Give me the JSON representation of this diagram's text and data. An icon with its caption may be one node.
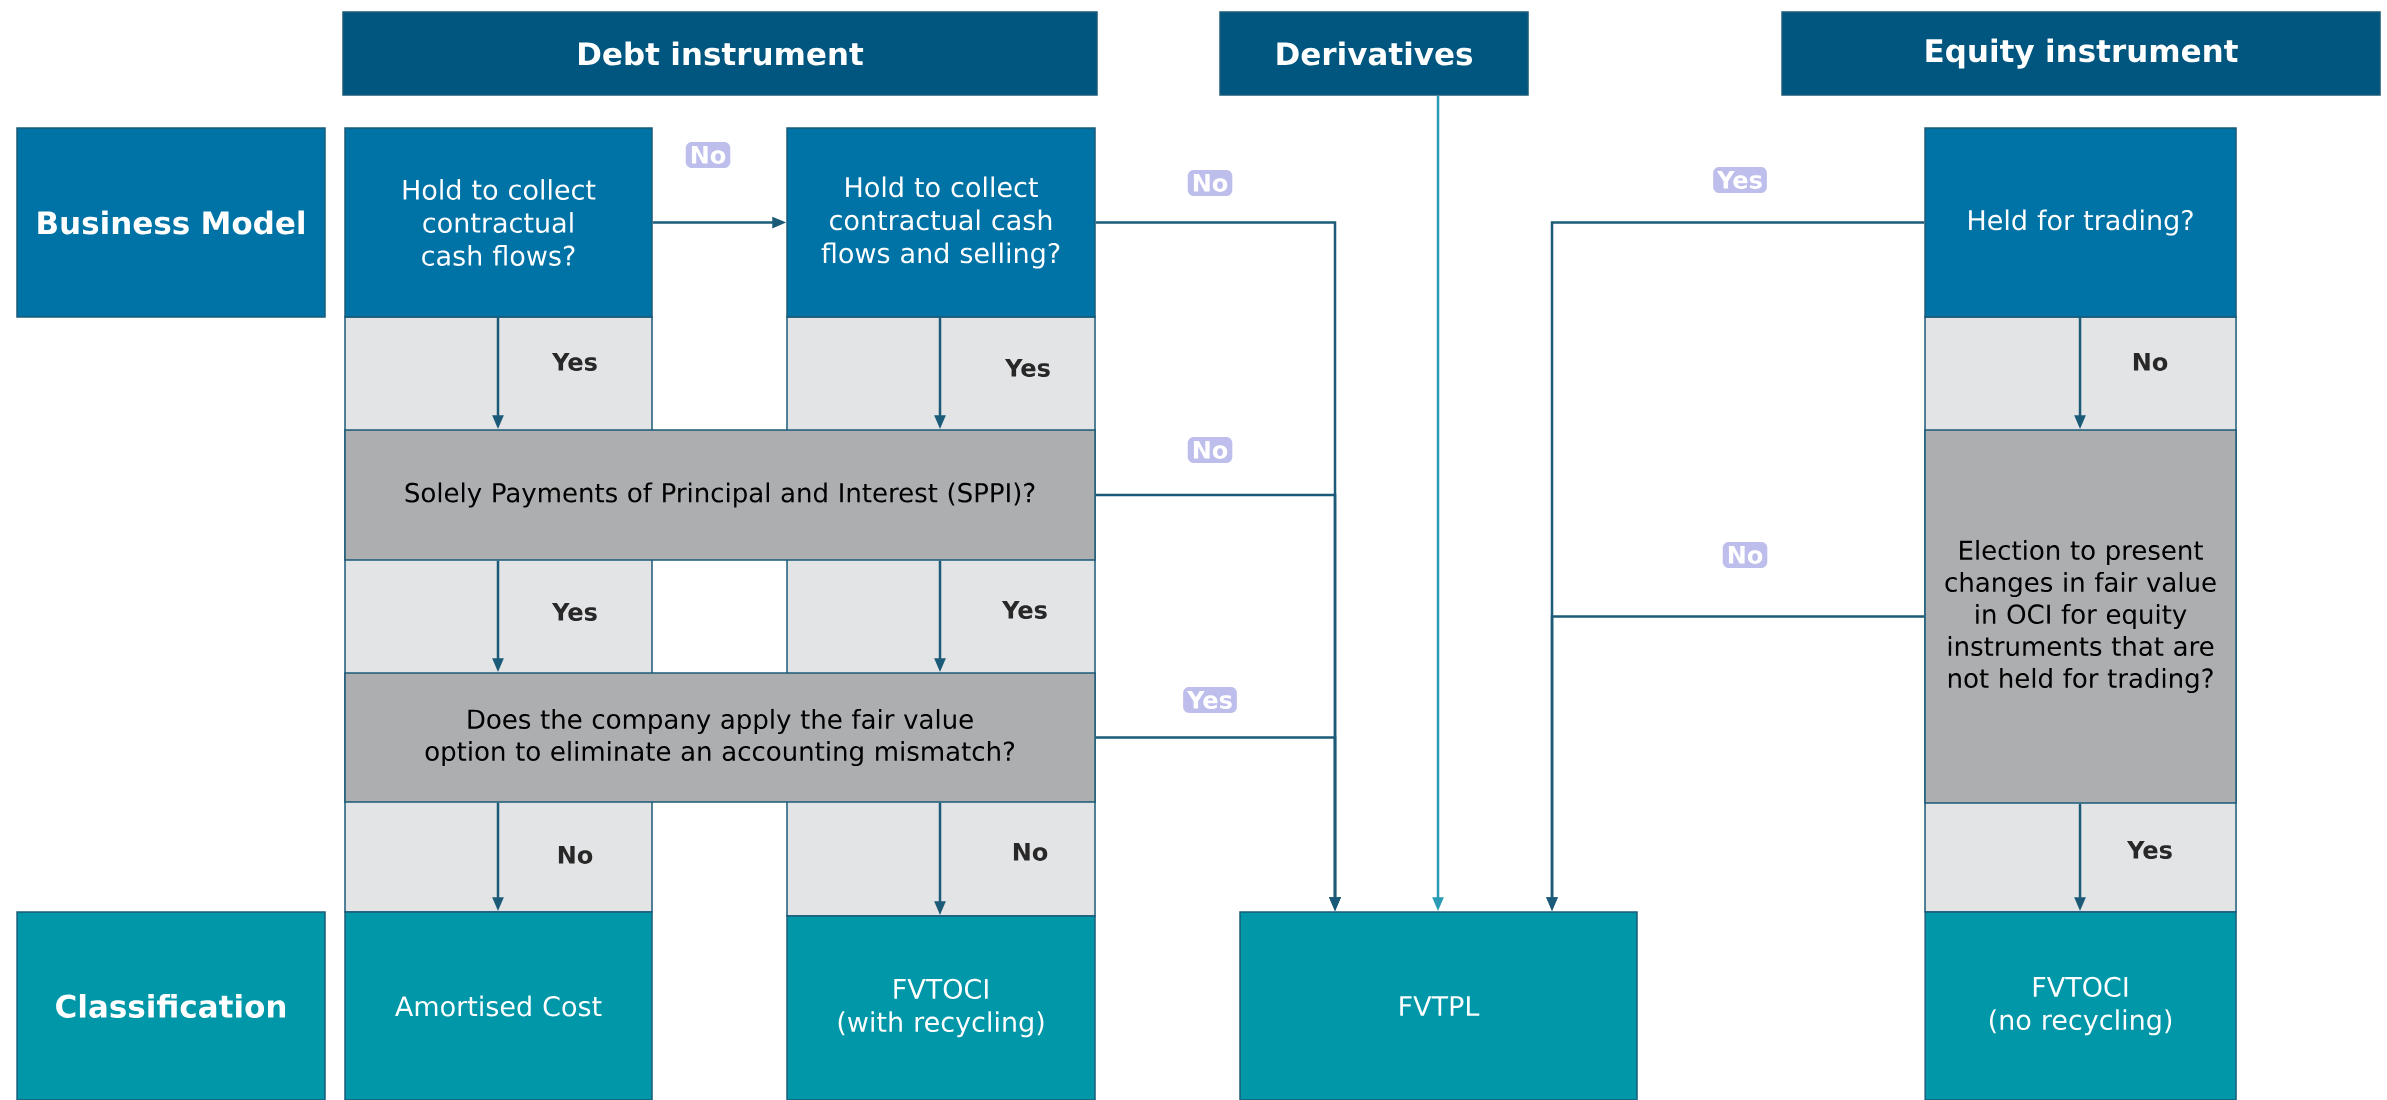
{
  "diagram": {
    "nodes": [
      {
        "text": [
          "Debt instrument"
        ]
      },
      {
        "text": [
          "Derivatives"
        ]
      },
      {
        "text": [
          "Equity instrument"
        ]
      },
      {
        "text": [
          "Business Model"
        ]
      },
      {
        "text": [
          "Hold to collect contractual cash flows?"
        ]
      },
      {
        "text": [
          "Hold to collect contractual cash flows and selling?"
        ]
      },
      {
        "text": [
          "Held for trading?"
        ]
      },
      {
        "text": [
          "Solely Payments of Principal and Interest (SPPI)?"
        ]
      },
      {
        "text": [
          "Election to present changes in fair value in OCI for equity instruments that are not held for trading?"
        ]
      },
      {
        "text": [
          "Does the company apply the fair value option to eliminate an accounting mismatch?"
        ]
      },
      {
        "text": [
          "Classification"
        ]
      },
      {
        "text": [
          "Amortised Cost"
        ]
      },
      {
        "text": [
          "FVTOCI",
          "(with recycling)"
        ]
      },
      {
        "text": [
          "FVTPL"
        ]
      },
      {
        "text": [
          "FVTOCI",
          "(no recycling)"
        ]
      }
    ],
    "edges": [
      {
        "from": 4,
        "to": 5,
        "arrow": "to",
        "label": "No"
      },
      {
        "from": 5,
        "to": 13,
        "arrow": "to",
        "label": "No"
      },
      {
        "from": 7,
        "to": 13,
        "arrow": "to",
        "label": "No"
      },
      {
        "from": 9,
        "to": 13,
        "arrow": "to",
        "label": "Yes"
      },
      {
        "from": 1,
        "to": 13,
        "arrow": "to",
        "color": "#2a9bb5"
      },
      {
        "from": 6,
        "to": 13,
        "arrow": "to",
        "label": "Yes"
      },
      {
        "from": 8,
        "to": 13,
        "arrow": "to",
        "label": "No"
      },
      {
        "from": 4,
        "to": 7,
        "arrow": "to",
        "label": "Yes"
      },
      {
        "from": 5,
        "to": 7,
        "arrow": "to",
        "label": "Yes"
      },
      {
        "from": 7,
        "to": 9,
        "arrow": "to",
        "label": "Yes"
      },
      {
        "from": 7,
        "to": 9,
        "arrow": "to",
        "label": "Yes"
      },
      {
        "from": 9,
        "to": 11,
        "arrow": "to",
        "label": "No"
      },
      {
        "from": 9,
        "to": 12,
        "arrow": "to",
        "label": "No"
      },
      {
        "from": 6,
        "to": 8,
        "arrow": "to",
        "label": "No"
      },
      {
        "from": 8,
        "to": 14,
        "arrow": "to",
        "label": "Yes"
      }
    ]
  }
}
